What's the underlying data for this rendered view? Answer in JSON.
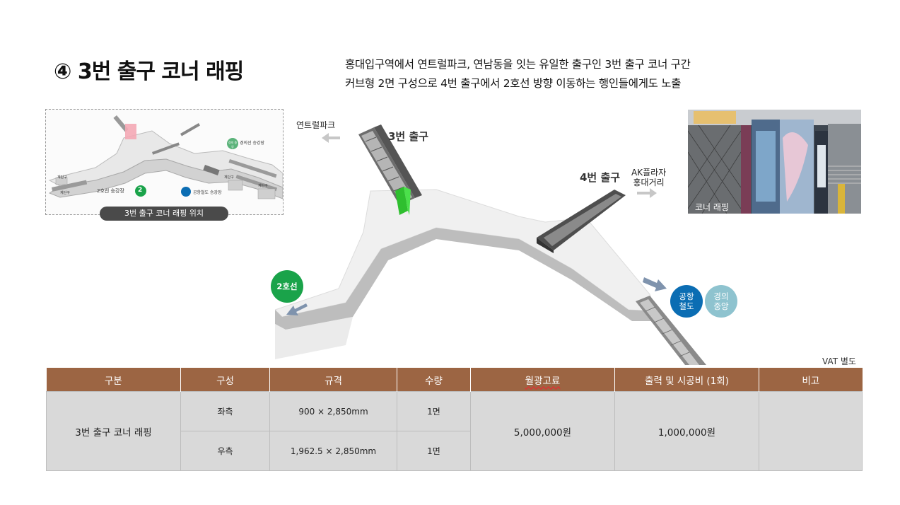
{
  "header": {
    "number": "④",
    "title": "3번 출구 코너 래핑",
    "desc_line1": "홍대입구역에서 연트럴파크, 연남동을 잇는 유일한 출구인 3번 출구 코너 구간",
    "desc_line2": "커브형 2면 구성으로 4번 출구에서 2호선 방향 이동하는 행인들에게도 노출"
  },
  "inset": {
    "caption": "3번 출구 코너 래핑 위치",
    "platform_line2": "2호선 승강장",
    "platform_line2_num": "2",
    "platform_airport": "공항철도 승강장",
    "platform_gyeongui": "경의선 승강장",
    "gyeongui_badge": "경의 중앙",
    "exit_labels": [
      "계단구",
      "계단구",
      "계단구",
      "계단구"
    ]
  },
  "photo": {
    "caption": "코너 래핑"
  },
  "diagram": {
    "label_yeontral": "연트럴파크",
    "label_exit3": "3번 출구",
    "label_exit4": "4번 출구",
    "label_ak_line1": "AK플라자",
    "label_ak_line2": "홍대거리",
    "badge_line2": "2호선",
    "badge_airport_line1": "공항",
    "badge_airport_line2": "철도",
    "badge_gyeongui_line1": "경의",
    "badge_gyeongui_line2": "중앙"
  },
  "vat_note": "VAT 별도",
  "table": {
    "headers": [
      "구분",
      "구성",
      "규격",
      "수량",
      "월광고료",
      "출력 및 시공비 (1회)",
      "비고"
    ],
    "item": "3번 출구 코너 래핑",
    "rows": [
      {
        "part": "좌측",
        "size": "900 × 2,850mm",
        "qty": "1면"
      },
      {
        "part": "우측",
        "size": "1,962.5 × 2,850mm",
        "qty": "1면"
      }
    ],
    "monthly_fee": "5,000,000원",
    "install_fee": "1,000,000원",
    "note": ""
  },
  "colors": {
    "table_header": "#9c6543",
    "table_cell": "#d9d9d9",
    "line2_green": "#1aa34a",
    "airport_blue": "#0b6db3",
    "gyeongui_teal": "#8ec3cf",
    "highlight_green": "#3ad43a"
  }
}
